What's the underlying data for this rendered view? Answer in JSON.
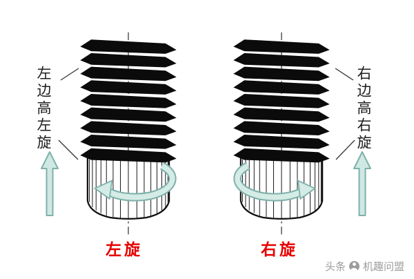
{
  "diagram": {
    "left_screw": {
      "side_label": "左边高左旋",
      "bottom_label": "左旋",
      "rotation": "counterclockwise"
    },
    "right_screw": {
      "side_label": "右边高右旋",
      "bottom_label": "右旋",
      "rotation": "clockwise"
    },
    "colors": {
      "arrow_fill": "#cfe8e3",
      "arrow_stroke": "#7fb0aa",
      "label_red": "#e60000",
      "ink": "#111111"
    }
  },
  "watermark": {
    "prefix": "头条",
    "account": "机趣问盟"
  }
}
